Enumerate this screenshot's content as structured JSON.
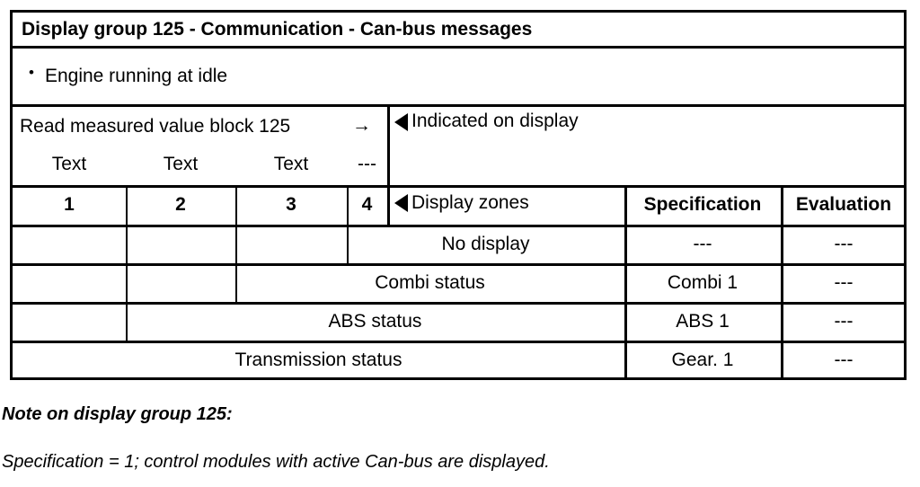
{
  "title": "Display group 125 - Communication - Can-bus messages",
  "precondition": {
    "bullet": "•",
    "text": "Engine running at idle"
  },
  "read_block": {
    "label": "Read measured value block 125",
    "arrow": "→",
    "fields": [
      "Text",
      "Text",
      "Text",
      "---"
    ]
  },
  "indicated": {
    "flag_icon": "left-triangle-icon",
    "label": "Indicated on display"
  },
  "headers": {
    "display_field_numbers": [
      "1",
      "2",
      "3",
      "4"
    ],
    "display_zones_flag_icon": "left-triangle-icon",
    "display_zones": "Display zones",
    "specification": "Specification",
    "evaluation": "Evaluation"
  },
  "rows": [
    {
      "zone": "No display",
      "specification": "---",
      "evaluation": "---"
    },
    {
      "zone": "Combi status",
      "specification": "Combi 1",
      "evaluation": "---"
    },
    {
      "zone": "ABS status",
      "specification": "ABS 1",
      "evaluation": "---"
    },
    {
      "zone": "Transmission status",
      "specification": "Gear. 1",
      "evaluation": "---"
    }
  ],
  "note": {
    "heading": "Note on display group 125:",
    "body": "Specification = 1; control modules with active Can-bus are displayed."
  },
  "colors": {
    "ink": "#000000",
    "paper": "#ffffff"
  }
}
